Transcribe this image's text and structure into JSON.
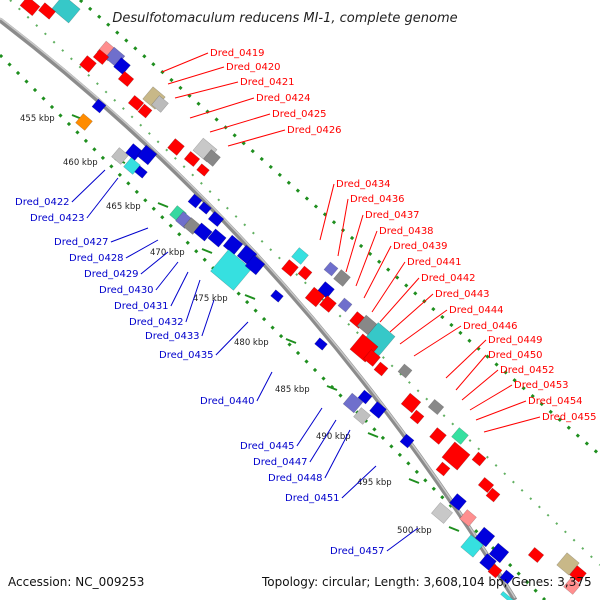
{
  "title": "Desulfotomaculum reducens MI-1, complete genome",
  "accession": "Accession: NC_009253",
  "topology": "Topology: circular; Length: 3,608,104 bp; Genes: 3,375",
  "colors": {
    "forward_label": "#ff0000",
    "reverse_label": "#0000cc",
    "backbone": "#888888",
    "dots": "#1f8f1f"
  },
  "kbp_marks": [
    "455 kbp",
    "460 kbp",
    "465 kbp",
    "470 kbp",
    "475 kbp",
    "480 kbp",
    "485 kbp",
    "490 kbp",
    "495 kbp",
    "500 kbp"
  ],
  "forward_genes": [
    "Dred_0419",
    "Dred_0420",
    "Dred_0421",
    "Dred_0424",
    "Dred_0425",
    "Dred_0426",
    "Dred_0434",
    "Dred_0436",
    "Dred_0437",
    "Dred_0438",
    "Dred_0439",
    "Dred_0441",
    "Dred_0442",
    "Dred_0443",
    "Dred_0444",
    "Dred_0446",
    "Dred_0449",
    "Dred_0450",
    "Dred_0452",
    "Dred_0453",
    "Dred_0454",
    "Dred_0455"
  ],
  "reverse_genes": [
    "Dred_0422",
    "Dred_0423",
    "Dred_0427",
    "Dred_0428",
    "Dred_0429",
    "Dred_0430",
    "Dred_0431",
    "Dred_0432",
    "Dred_0433",
    "Dred_0435",
    "Dred_0440",
    "Dred_0445",
    "Dred_0447",
    "Dred_0448",
    "Dred_0451",
    "Dred_0457"
  ]
}
